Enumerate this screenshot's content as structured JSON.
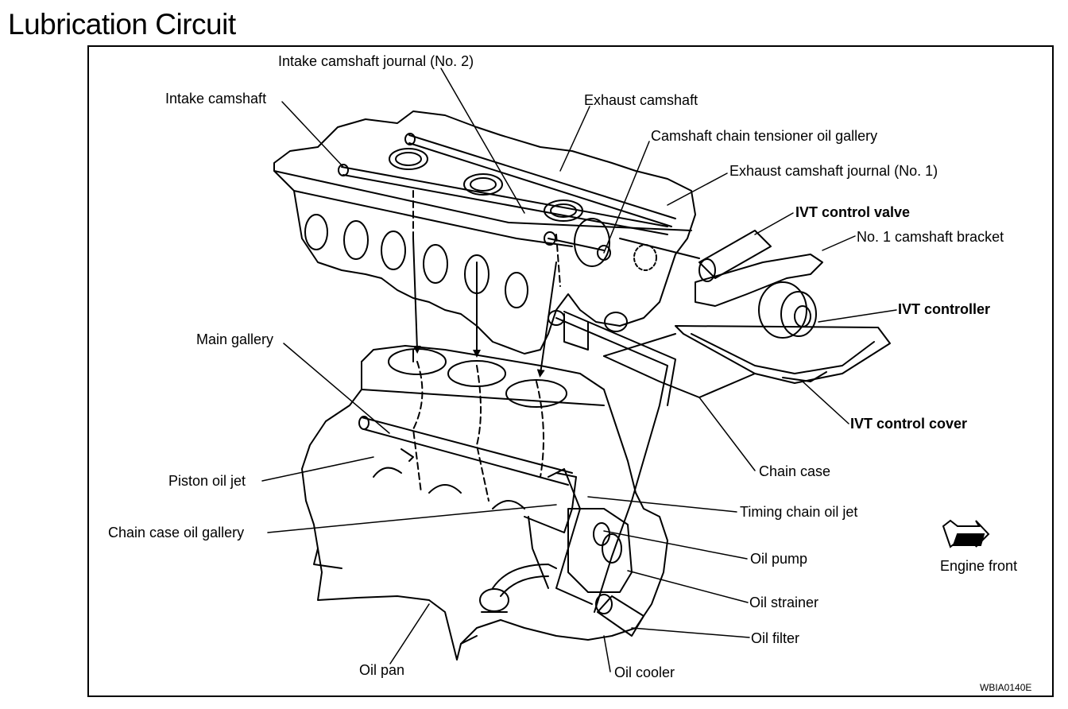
{
  "title": "Lubrication Circuit",
  "labels": {
    "intake_camshaft_journal_2": "Intake camshaft journal (No. 2)",
    "intake_camshaft": "Intake camshaft",
    "exhaust_camshaft": "Exhaust camshaft",
    "camshaft_chain_tensioner_oil_gallery": "Camshaft chain tensioner oil gallery",
    "exhaust_camshaft_journal_1": "Exhaust camshaft journal (No. 1)",
    "ivt_control_valve": "IVT control valve",
    "no1_camshaft_bracket": "No. 1 camshaft bracket",
    "ivt_controller": "IVT controller",
    "main_gallery": "Main gallery",
    "ivt_control_cover": "IVT control cover",
    "chain_case": "Chain case",
    "piston_oil_jet": "Piston oil jet",
    "timing_chain_oil_jet": "Timing chain oil jet",
    "chain_case_oil_gallery": "Chain case oil gallery",
    "oil_pump": "Oil pump",
    "engine_front": "Engine front",
    "oil_strainer": "Oil strainer",
    "oil_filter": "Oil filter",
    "oil_pan": "Oil pan",
    "oil_cooler": "Oil cooler"
  },
  "reference_code": "WBIA0140E",
  "icons": {
    "engine_front_arrow": "engine-front-arrow-icon",
    "flow_arrow": "oil-flow-arrow-icon"
  },
  "colors": {
    "line": "#000000",
    "background": "#ffffff"
  }
}
